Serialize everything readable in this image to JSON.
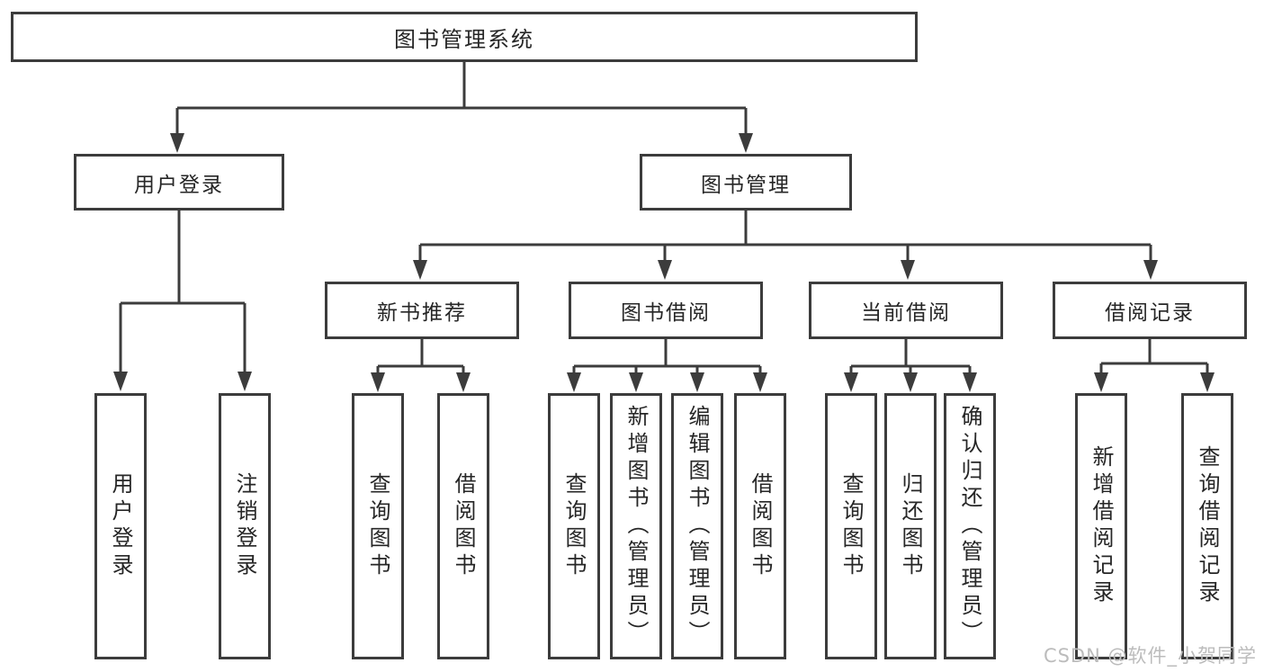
{
  "nodes": {
    "root": "图书管理系统",
    "login_branch": {
      "label": "用户登录",
      "leaves": [
        "用户登录",
        "注销登录"
      ]
    },
    "mgmt_branch": {
      "label": "图书管理",
      "children": [
        {
          "label": "新书推荐",
          "leaves": [
            "查询图书",
            "借阅图书"
          ]
        },
        {
          "label": "图书借阅",
          "leaves": [
            "查询图书",
            "新增图书（管理员）",
            "编辑图书（管理员）",
            "借阅图书"
          ]
        },
        {
          "label": "当前借阅",
          "leaves": [
            "查询图书",
            "归还图书",
            "确认归还（管理员）"
          ]
        },
        {
          "label": "借阅记录",
          "leaves": [
            "新增借阅记录",
            "查询借阅记录"
          ]
        }
      ]
    }
  },
  "watermark": "CSDN @软件_小贺同学",
  "colors": {
    "line": "#3c3c3c",
    "box_border": "#3c3c3c",
    "text": "#262626",
    "watermark": "#bcbcbc",
    "background": "#ffffff"
  }
}
